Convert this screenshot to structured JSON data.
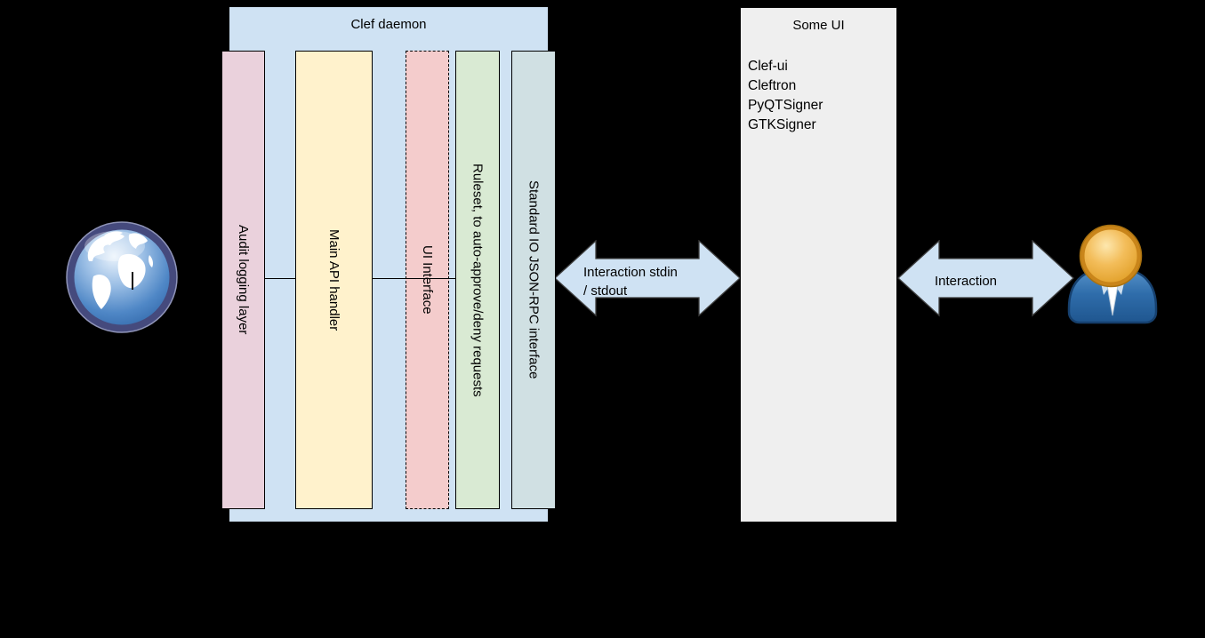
{
  "background_color": "#000000",
  "clef_daemon": {
    "title": "Clef daemon",
    "fill": "#cfe2f3",
    "bars": [
      {
        "id": "audit-logging-layer",
        "label": "Audit logging layer",
        "fill": "#ead1dc",
        "border": "solid"
      },
      {
        "id": "main-api-handler",
        "label": "Main API handler",
        "fill": "#fff2cc",
        "border": "solid"
      },
      {
        "id": "ui-interface",
        "label": "UI Interface",
        "fill": "#f4cccc",
        "border": "dashed"
      },
      {
        "id": "ruleset",
        "label": "Ruleset, to auto-approve/deny requests",
        "fill": "#d9ead3",
        "border": "solid"
      },
      {
        "id": "stdio-jsonrpc",
        "label": "Standard IO JSON-RPC interface",
        "fill": "#d0e0e3",
        "border": "solid"
      }
    ]
  },
  "arrows": {
    "left": {
      "label_line1": "Interaction stdin",
      "label_line2": "/ stdout",
      "fill": "#cfe2f3",
      "outline": "#3f3f3f"
    },
    "right": {
      "label": "Interaction",
      "fill": "#cfe2f3",
      "outline": "#3f3f3f"
    }
  },
  "some_ui": {
    "title": "Some UI",
    "fill": "#efefef",
    "items": [
      "Clef-ui",
      "Cleftron",
      "PyQTSigner",
      "GTKSigner"
    ]
  },
  "icons": {
    "left": "globe-icon",
    "right": "user-icon"
  }
}
